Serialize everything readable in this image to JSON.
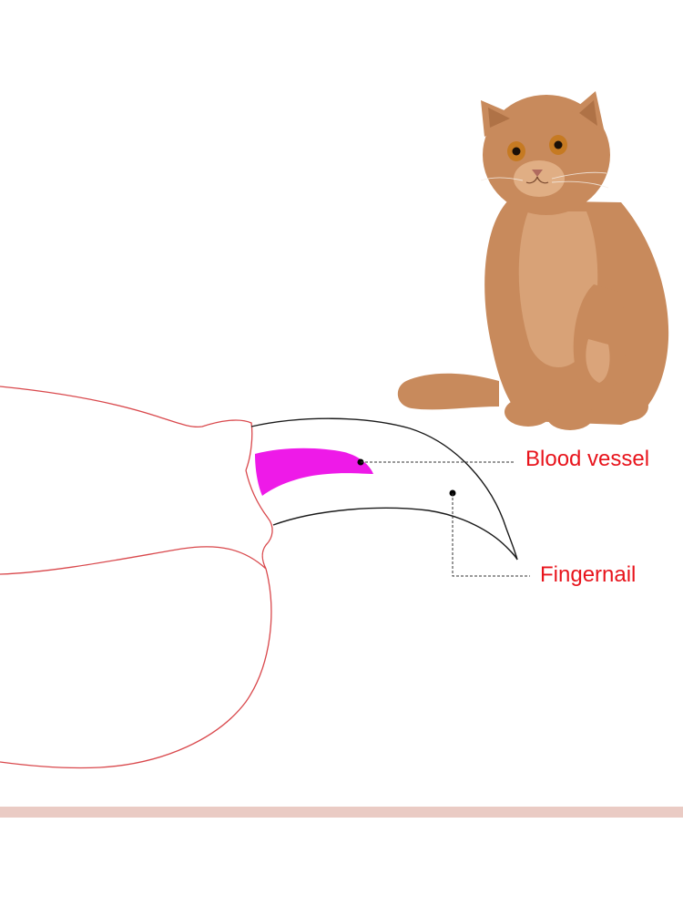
{
  "labels": {
    "blood_vessel": "Blood vessel",
    "fingernail": "Fingernail"
  },
  "illustration": {
    "cat": "sitting-orange-kitten-photo",
    "claw": "cat-claw-cross-section"
  },
  "colors": {
    "label_text": "#e8141c",
    "paw_outline": "#d9484c",
    "nail_outline": "#1a1a1a",
    "blood_vessel_fill": "#ee1ae8",
    "leader_line": "#333333",
    "bottom_band": "#eacbc4",
    "cat_fur": "#c88a5c",
    "cat_fur_light": "#e6b68e",
    "cat_fur_dark": "#9a5e35",
    "cat_eye": "#c67a22"
  }
}
